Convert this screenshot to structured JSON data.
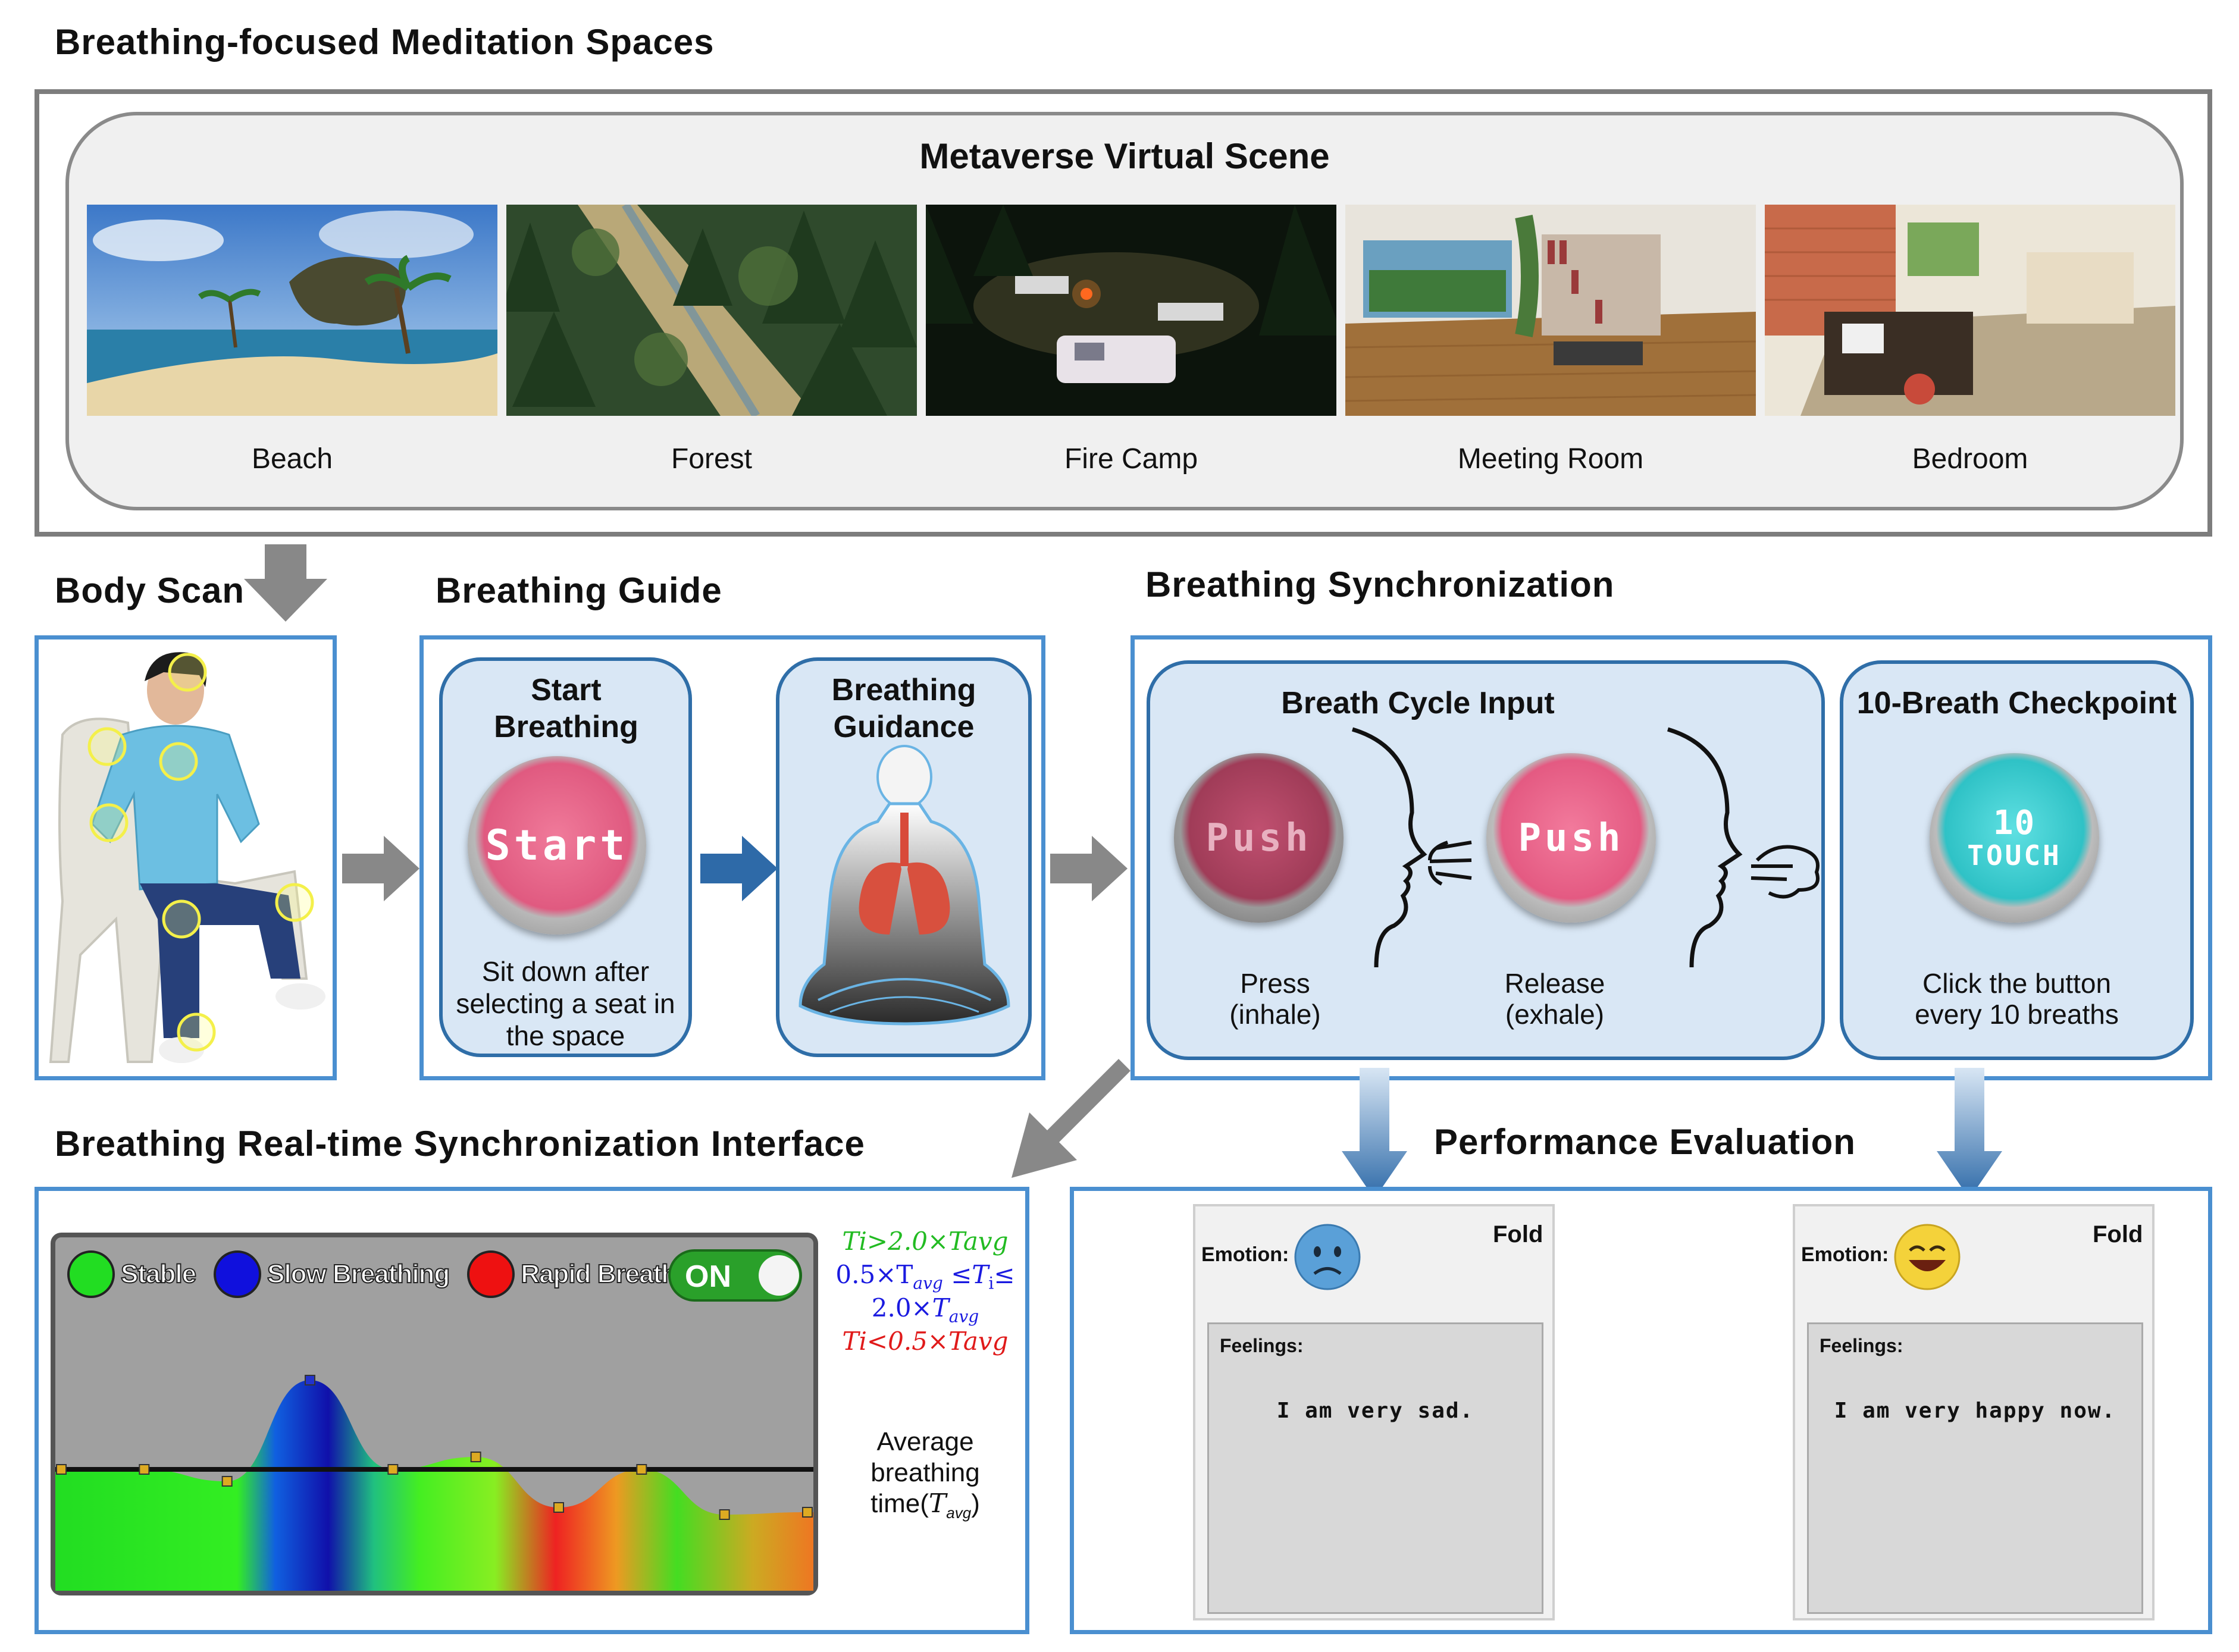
{
  "title": "Breathing-focused Meditation Spaces",
  "scene": {
    "header": "Metaverse Virtual Scene",
    "items": [
      {
        "label": "Beach"
      },
      {
        "label": "Forest"
      },
      {
        "label": "Fire Camp"
      },
      {
        "label": "Meeting Room"
      },
      {
        "label": "Bedroom"
      }
    ]
  },
  "body_scan": {
    "title": "Body Scan"
  },
  "guide": {
    "title": "Breathing Guide",
    "start_title": "Start Breathing",
    "start_button": "Start",
    "start_caption": "Sit down after selecting a seat in the space",
    "guidance_title": "Breathing Guidance"
  },
  "sync": {
    "title": "Breathing Synchronization",
    "cycle_title": "Breath Cycle Input",
    "push_label": "Push",
    "press_caption_1": "Press",
    "press_caption_2": "(inhale)",
    "release_caption_1": "Release",
    "release_caption_2": "(exhale)",
    "checkpoint_title": "10-Breath Checkpoint",
    "touch_num": "10",
    "touch_word": "TOUCH",
    "checkpoint_caption_1": "Click the button",
    "checkpoint_caption_2": "every 10 breaths"
  },
  "interface": {
    "title": "Breathing Real-time Synchronization Interface",
    "legend": [
      {
        "label": "Stable",
        "color": "#22dd22"
      },
      {
        "label": "Slow Breathing",
        "color": "#1010dd"
      },
      {
        "label": "Rapid Breathing",
        "color": "#ee1111"
      }
    ],
    "toggle_label": "ON",
    "formula_slow_1": "0.5×T",
    "formula_slow_2": "avg",
    "formula_stable": "Ti>2.0×Tavg",
    "formula_rapid": "Ti<0.5×Tavg",
    "avg_label_1": "Average",
    "avg_label_2": "breathing",
    "avg_label_3": "time(",
    "avg_label_sub": "avg",
    "avg_label_end": ")"
  },
  "evaluation": {
    "title": "Performance Evaluation",
    "cards": [
      {
        "emotion_label": "Emotion:",
        "fold_label": "Fold",
        "feelings_label": "Feelings:",
        "text": "I am very sad.",
        "mood": "sad-face-icon"
      },
      {
        "emotion_label": "Emotion:",
        "fold_label": "Fold",
        "feelings_label": "Feelings:",
        "text": "I am very happy now.",
        "mood": "happy-face-icon"
      }
    ]
  },
  "chart_data": {
    "type": "area",
    "description_colors": {
      "stable": "#22dd22",
      "slow": "#1010dd",
      "rapid": "#ee1111"
    },
    "series": [
      {
        "values": [
          1.0,
          1.0,
          0.75,
          5.3,
          1.0,
          1.6,
          0.2,
          1.0,
          0.05,
          0.1
        ]
      }
    ],
    "reference_line": 1.0
  }
}
